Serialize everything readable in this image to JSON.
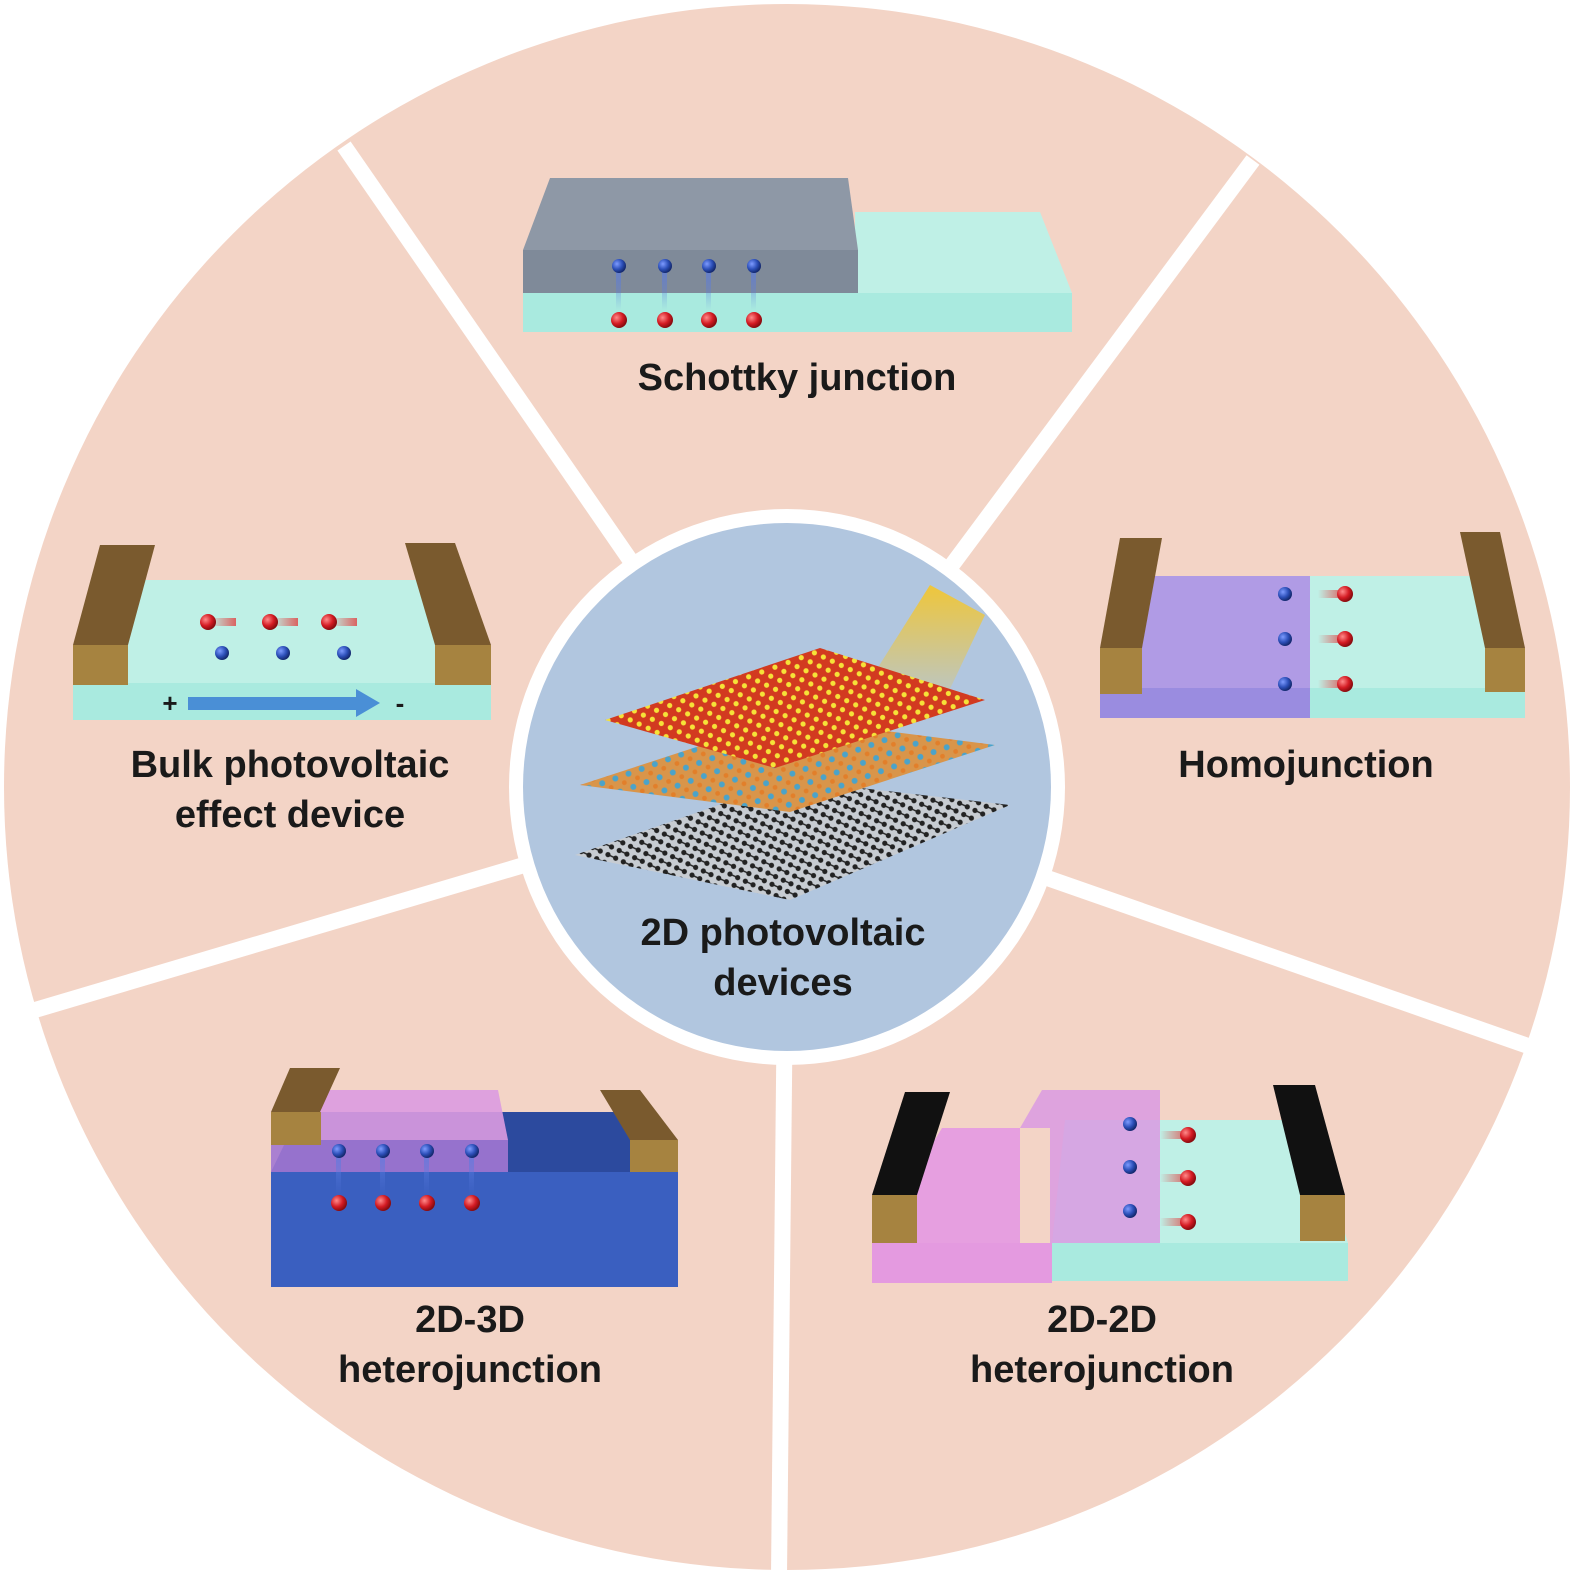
{
  "center": {
    "line1": "2D photovoltaic",
    "line2": "devices"
  },
  "segments": {
    "schottky": {
      "line1": "Schottky junction"
    },
    "homojunction": {
      "line1": "Homojunction"
    },
    "hetero_2d2d": {
      "line1": "2D-2D",
      "line2": "heterojunction"
    },
    "hetero_2d3d": {
      "line1": "2D-3D",
      "line2": "heterojunction"
    },
    "bulk": {
      "line1": "Bulk photovoltaic",
      "line2": "effect device",
      "plus": "+",
      "minus": "-"
    }
  },
  "colors": {
    "segment_fill": "#f3d4c6",
    "center_fill": "#b1c6df",
    "separator": "#ffffff",
    "electron": "#2c4fb8",
    "hole": "#d41b23",
    "electrode": "#8e6a3a",
    "electrode_dark": "#161616",
    "substrate_cyan": "#a9eadf",
    "purple": "#a895e8",
    "pink": "#e49ae0",
    "bulk_blue": "#3a5fc0",
    "metal_gray": "#8e98a6",
    "arrow": "#4a8fd6",
    "light_beam": "#f2c632"
  }
}
